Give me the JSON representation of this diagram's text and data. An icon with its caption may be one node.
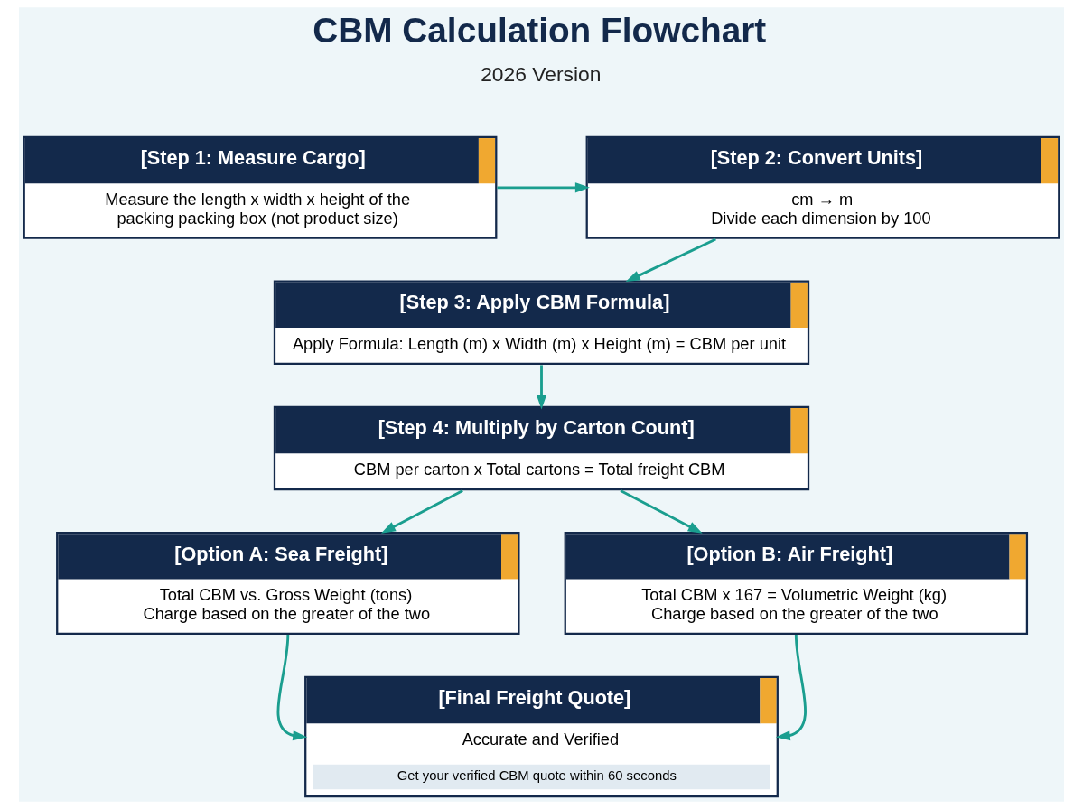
{
  "diagram": {
    "title": "CBM Calculation Flowchart",
    "nodes": [
      {
        "text": [
          "[Step 1: Measure Cargo]",
          "Measure the length x width x height of the packing packing box (not product size)"
        ]
      },
      {
        "text": [
          "[Step 2: Convert Units]",
          "cm → m",
          "Divide each dimension by 100"
        ]
      },
      {
        "text": [
          "[Step 3: Apply CBM Formula]",
          "Apply Formula: Length (m) x Width (m) x Height (m) = CBM per unit"
        ]
      },
      {
        "text": [
          "[Step 4: Multiply by Carton Count]",
          "CBM per carton x Total cartons = Total freight CBM"
        ]
      },
      {
        "text": [
          "[Option A: Sea Freight]",
          "Total CBM vs. Gross Weight (tons)",
          "Charge based on the greater of the two"
        ]
      },
      {
        "text": [
          "[Option B: Air Freight]",
          "Total CBM x 167 = Volumetric Weight (kg)",
          "Charge based on the greater of the two"
        ]
      },
      {
        "text": [
          "[Final Freight Quote]",
          "Accurate and Verified",
          "Get your verified CBM quote within 60 seconds"
        ]
      }
    ],
    "edges": [
      {
        "from": 0,
        "to": 1,
        "arrow": "to"
      },
      {
        "from": 1,
        "to": 2,
        "arrow": "to"
      },
      {
        "from": 2,
        "to": 3,
        "arrow": "to"
      },
      {
        "from": 3,
        "to": 4,
        "arrow": "to"
      },
      {
        "from": 3,
        "to": 5,
        "arrow": "to"
      },
      {
        "from": 4,
        "to": 6,
        "arrow": "to"
      },
      {
        "from": 5,
        "to": 6,
        "arrow": "to"
      }
    ],
    "labels": [
      "2026 Version"
    ]
  }
}
